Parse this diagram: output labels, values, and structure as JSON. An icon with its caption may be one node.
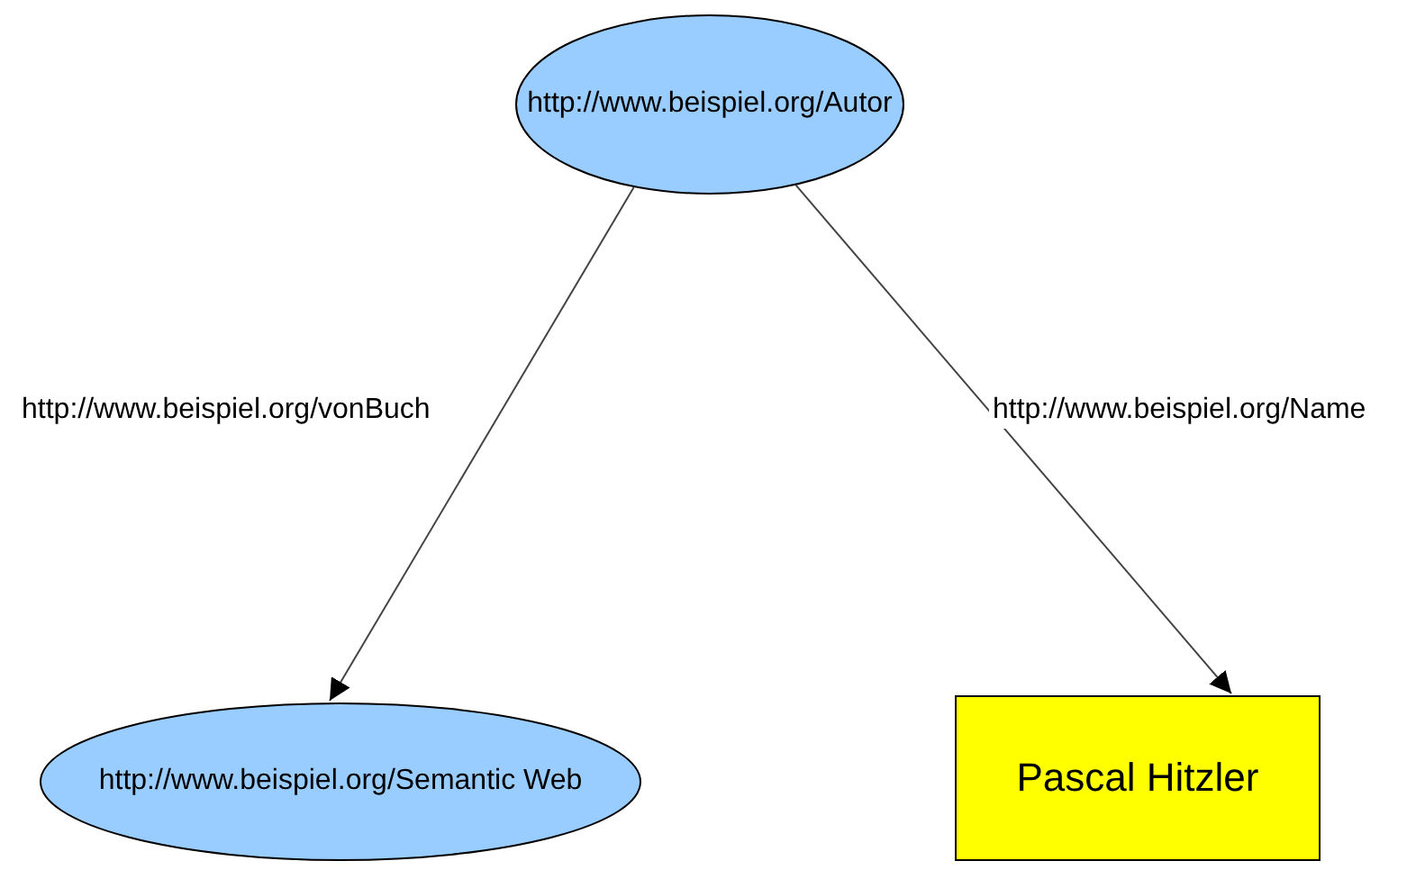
{
  "diagram": {
    "nodes": [
      {
        "text": [
          "http://www.beispiel.org/Autor"
        ]
      },
      {
        "text": [
          "http://www.beispiel.org/Semantic Web"
        ]
      },
      {
        "text": [
          "Pascal Hitzler"
        ]
      }
    ],
    "edges": [
      {
        "from": 0,
        "to": 1,
        "arrow": "to",
        "label": "http://www.beispiel.org/vonBuch"
      },
      {
        "from": 0,
        "to": 2,
        "arrow": "to",
        "label": "http://www.beispiel.org/Name"
      }
    ]
  }
}
